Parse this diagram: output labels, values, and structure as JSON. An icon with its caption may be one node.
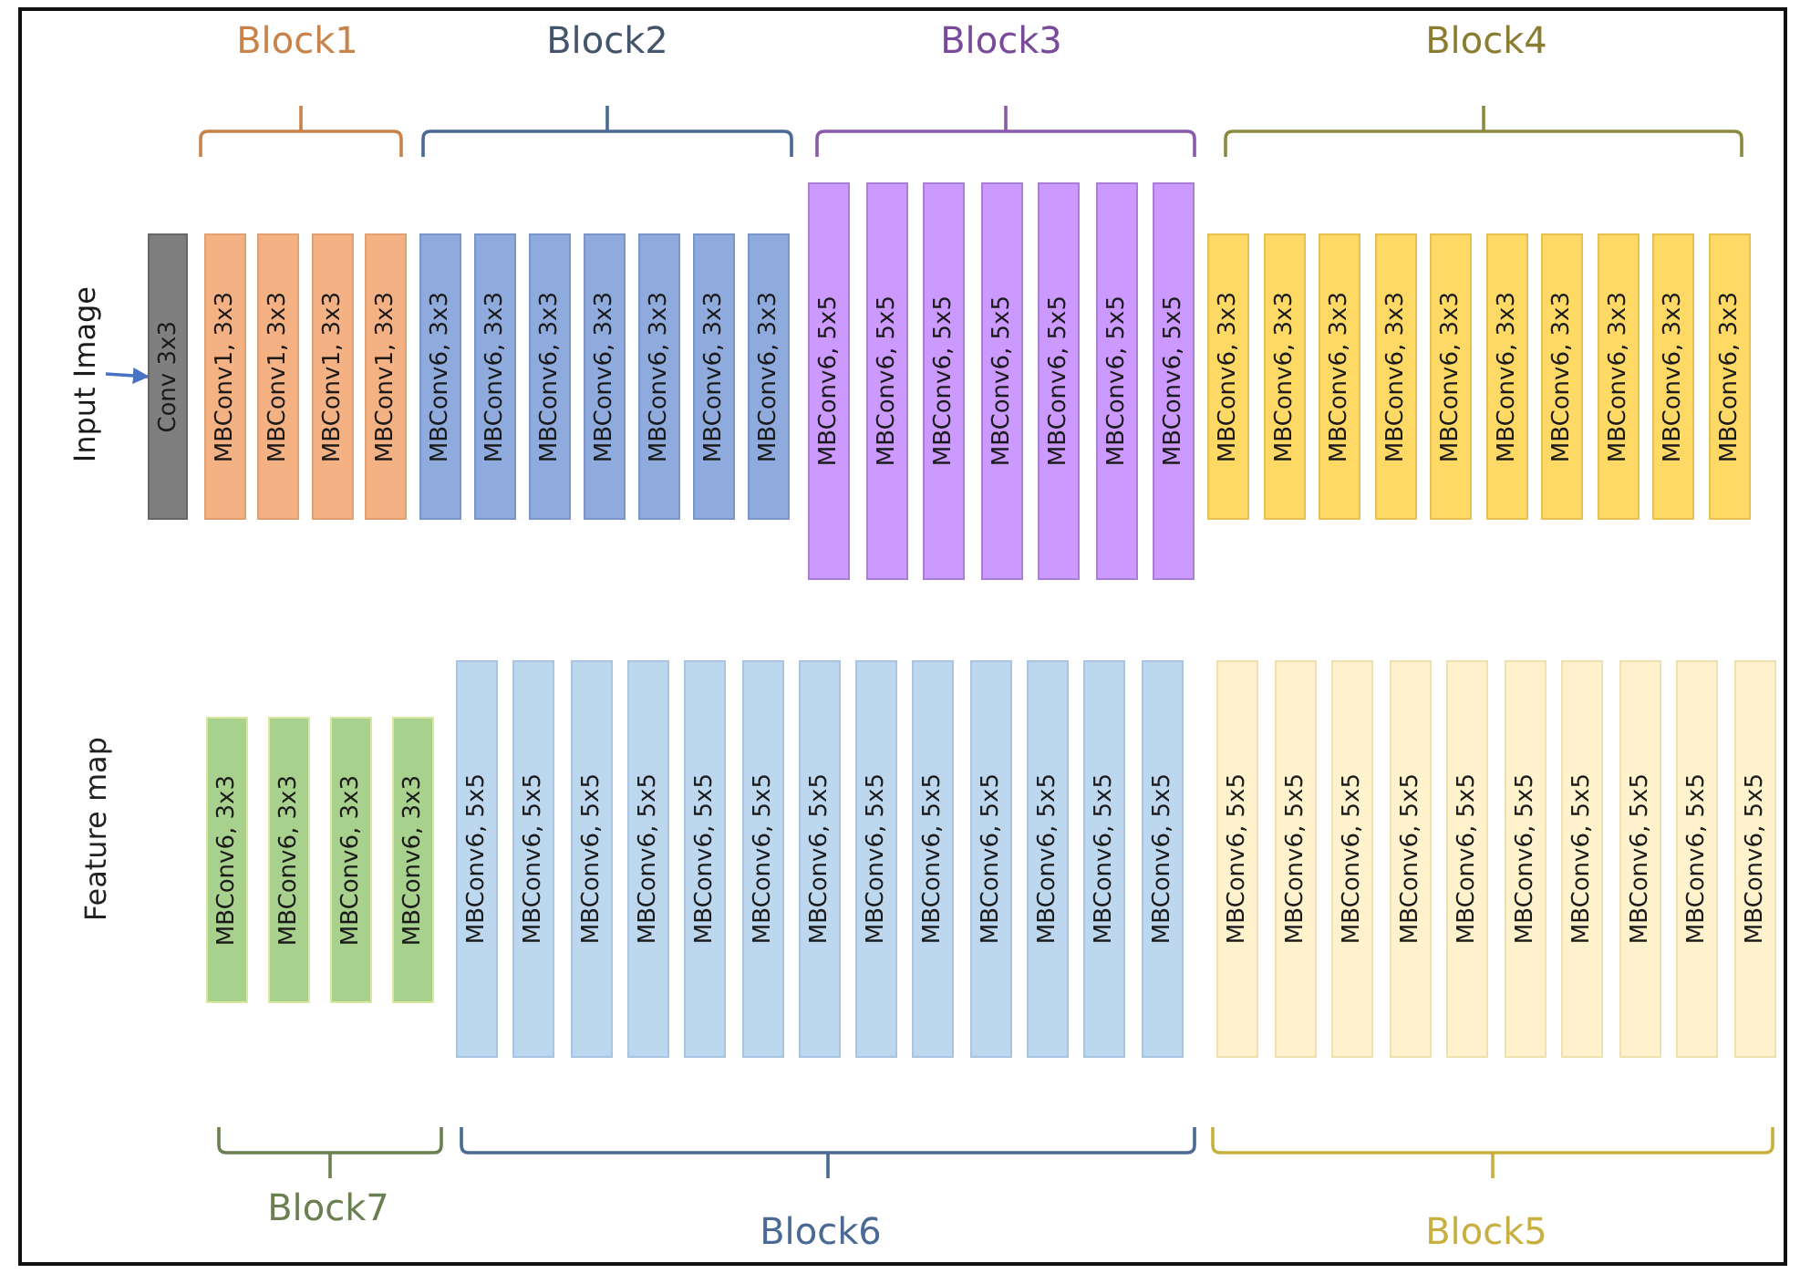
{
  "diagram": {
    "nodes": [
      {
        "text": [
          "Input Image"
        ]
      },
      {
        "text": [
          "Conv 3x3"
        ]
      },
      {
        "text": [
          "MBConv1, 3x3"
        ]
      },
      {
        "text": [
          "MBConv1, 3x3"
        ]
      },
      {
        "text": [
          "MBConv1, 3x3"
        ]
      },
      {
        "text": [
          "MBConv1, 3x3"
        ]
      },
      {
        "text": [
          "MBConv6, 3x3"
        ]
      },
      {
        "text": [
          "MBConv6, 3x3"
        ]
      },
      {
        "text": [
          "MBConv6, 3x3"
        ]
      },
      {
        "text": [
          "MBConv6, 3x3"
        ]
      },
      {
        "text": [
          "MBConv6, 3x3"
        ]
      },
      {
        "text": [
          "MBConv6, 3x3"
        ]
      },
      {
        "text": [
          "MBConv6, 3x3"
        ]
      },
      {
        "text": [
          "MBConv6, 5x5"
        ]
      },
      {
        "text": [
          "MBConv6, 5x5"
        ]
      },
      {
        "text": [
          "MBConv6, 5x5"
        ]
      },
      {
        "text": [
          "MBConv6, 5x5"
        ]
      },
      {
        "text": [
          "MBConv6, 5x5"
        ]
      },
      {
        "text": [
          "MBConv6, 5x5"
        ]
      },
      {
        "text": [
          "MBConv6, 5x5"
        ]
      },
      {
        "text": [
          "MBConv6, 3x3"
        ]
      },
      {
        "text": [
          "MBConv6, 3x3"
        ]
      },
      {
        "text": [
          "MBConv6, 3x3"
        ]
      },
      {
        "text": [
          "MBConv6, 3x3"
        ]
      },
      {
        "text": [
          "MBConv6, 3x3"
        ]
      },
      {
        "text": [
          "MBConv6, 3x3"
        ]
      },
      {
        "text": [
          "MBConv6, 3x3"
        ]
      },
      {
        "text": [
          "MBConv6, 3x3"
        ]
      },
      {
        "text": [
          "MBConv6, 3x3"
        ]
      },
      {
        "text": [
          "MBConv6, 3x3"
        ]
      },
      {
        "text": [
          "MBConv6, 3x3"
        ]
      },
      {
        "text": [
          "MBConv6, 3x3"
        ]
      },
      {
        "text": [
          "MBConv6, 3x3"
        ]
      },
      {
        "text": [
          "MBConv6, 3x3"
        ]
      },
      {
        "text": [
          "MBConv6, 5x5"
        ]
      },
      {
        "text": [
          "MBConv6, 5x5"
        ]
      },
      {
        "text": [
          "MBConv6, 5x5"
        ]
      },
      {
        "text": [
          "MBConv6, 5x5"
        ]
      },
      {
        "text": [
          "MBConv6, 5x5"
        ]
      },
      {
        "text": [
          "MBConv6, 5x5"
        ]
      },
      {
        "text": [
          "MBConv6, 5x5"
        ]
      },
      {
        "text": [
          "MBConv6, 5x5"
        ]
      },
      {
        "text": [
          "MBConv6, 5x5"
        ]
      },
      {
        "text": [
          "MBConv6, 5x5"
        ]
      },
      {
        "text": [
          "MBConv6, 5x5"
        ]
      },
      {
        "text": [
          "MBConv6, 5x5"
        ]
      },
      {
        "text": [
          "MBConv6, 5x5"
        ]
      },
      {
        "text": [
          "MBConv6, 5x5"
        ]
      },
      {
        "text": [
          "MBConv6, 5x5"
        ]
      },
      {
        "text": [
          "MBConv6, 5x5"
        ]
      },
      {
        "text": [
          "MBConv6, 5x5"
        ]
      },
      {
        "text": [
          "MBConv6, 5x5"
        ]
      },
      {
        "text": [
          "MBConv6, 5x5"
        ]
      },
      {
        "text": [
          "MBConv6, 5x5"
        ]
      },
      {
        "text": [
          "MBConv6, 5x5"
        ]
      },
      {
        "text": [
          "MBConv6, 5x5"
        ]
      },
      {
        "text": [
          "MBConv6, 5x5"
        ]
      }
    ],
    "edges": [
      {
        "from": 0,
        "to": 1,
        "arrow": "to"
      }
    ],
    "labels": [
      "Block1",
      "Block2",
      "Block3",
      "Block4",
      "Feature map",
      "Block7",
      "Block6",
      "Block5"
    ]
  }
}
